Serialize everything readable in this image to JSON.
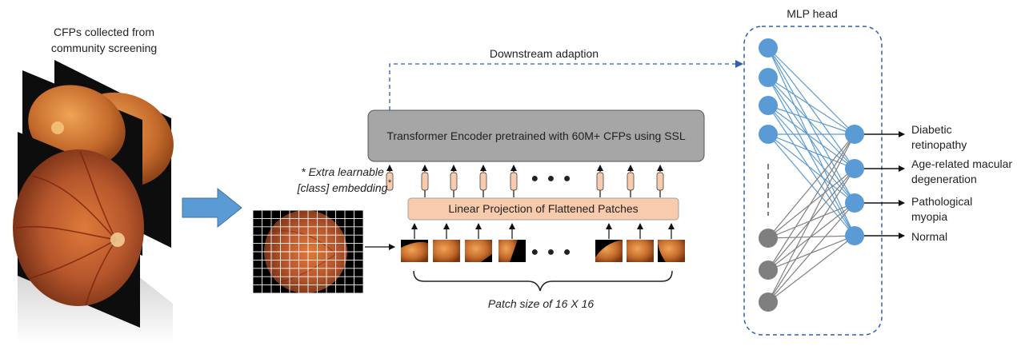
{
  "source_caption": [
    "CFPs collected from",
    "community screening"
  ],
  "downstream_label": "Downstream adaption",
  "encoder_label": "Transformer Encoder pretrained with 60M+ CFPs using SSL",
  "projection_label": "Linear Projection of Flattened Patches",
  "class_embedding_note": [
    "* Extra learnable",
    "[class] embedding"
  ],
  "class_token_mark": "*",
  "ellipsis": "● ● ●",
  "patch_size_label": "Patch size of 16 X 16",
  "mlp_head_label": "MLP head",
  "outputs": [
    [
      "Diabetic",
      "retinopathy"
    ],
    [
      "Age-related macular",
      "degeneration"
    ],
    [
      "Pathological",
      "myopia"
    ],
    [
      "Normal"
    ]
  ],
  "colors": {
    "accent_blue": "#5b9bd5",
    "dashed_blue": "#2f5fb3",
    "encoder_fill": "#a6a6a6",
    "projection_fill": "#f8cbad",
    "token_fill": "#f8cbad",
    "neuron_gray": "#7f7f7f",
    "fundus": "#b5562c"
  }
}
